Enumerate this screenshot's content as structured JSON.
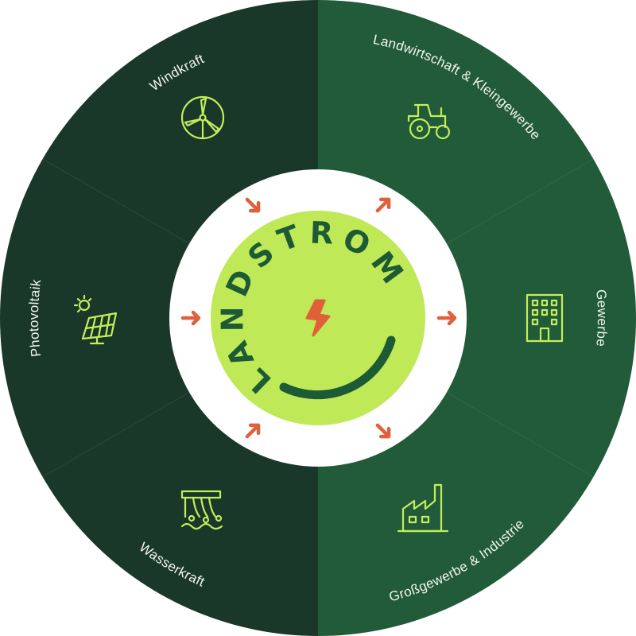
{
  "logo": {
    "text": "LANDSTROM"
  },
  "sources": [
    {
      "label": "Windkraft",
      "icon": "wind-turbine-icon"
    },
    {
      "label": "Photovoltaik",
      "icon": "solar-panel-icon"
    },
    {
      "label": "Wasserkraft",
      "icon": "hydro-dam-icon"
    }
  ],
  "consumers": [
    {
      "label": "Landwirtschaft & Kleingewerbe",
      "icon": "tractor-icon"
    },
    {
      "label": "Gewerbe",
      "icon": "office-building-icon"
    },
    {
      "label": "Großgewerbe & Industrie",
      "icon": "factory-icon"
    }
  ],
  "colors": {
    "sources_bg": "#19382a",
    "consumers_bg": "#215b39",
    "core": "#bfe956",
    "accent": "#e0603a",
    "logo_text": "#1d5a36"
  }
}
